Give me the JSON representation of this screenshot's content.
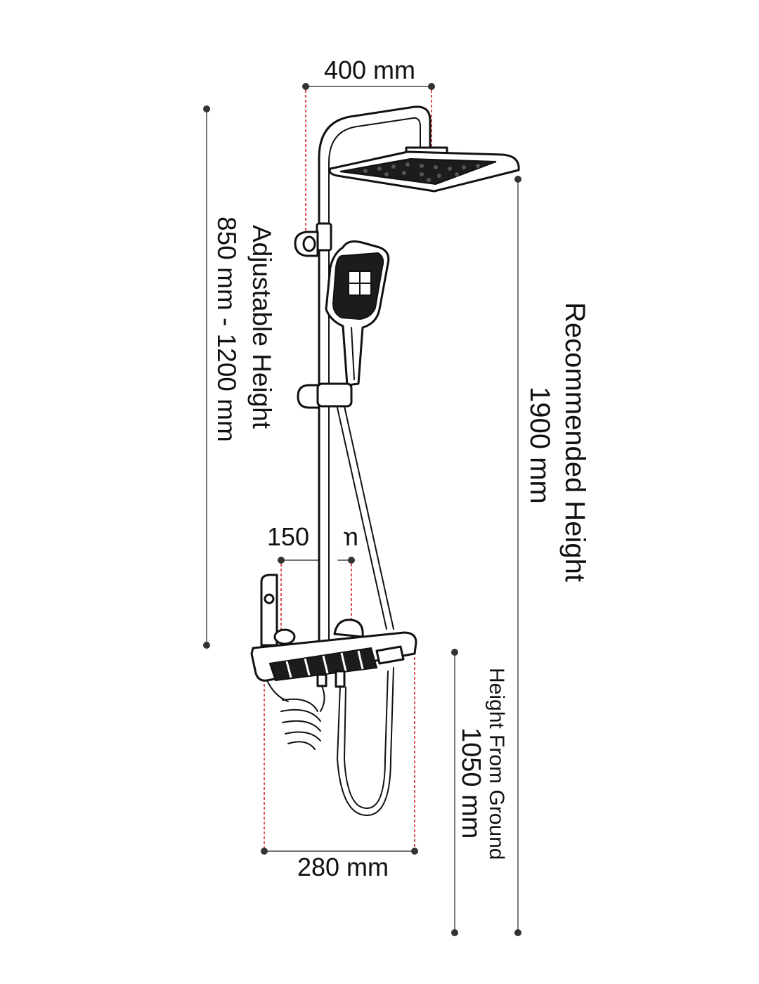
{
  "dimensions": {
    "top_width": "400 mm",
    "adjustable_label": "Adjustable Height",
    "adjustable_value": "850 mm - 1200 mm",
    "recommended_label": "Recommended Height",
    "recommended_value": "1900 mm",
    "spacing": "150 mm",
    "shelf_width": "280 mm",
    "ground_label": "Height From Ground",
    "ground_value": "1050 mm"
  },
  "colors": {
    "line": "#111111",
    "guide": "#d9262c",
    "background": "#ffffff"
  }
}
